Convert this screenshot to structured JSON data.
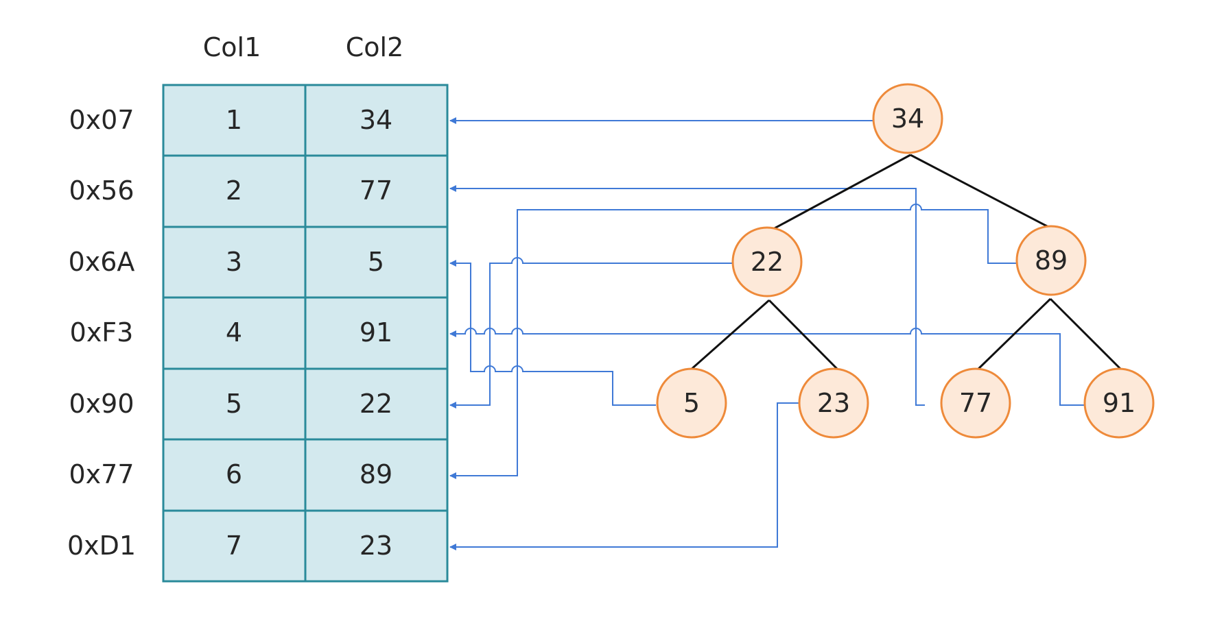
{
  "table": {
    "columns": [
      "Col1",
      "Col2"
    ],
    "rows": [
      {
        "address": "0x07",
        "col1": "1",
        "col2": "34"
      },
      {
        "address": "0x56",
        "col1": "2",
        "col2": "77"
      },
      {
        "address": "0x6A",
        "col1": "3",
        "col2": "5"
      },
      {
        "address": "0xF3",
        "col1": "4",
        "col2": "91"
      },
      {
        "address": "0x90",
        "col1": "5",
        "col2": "22"
      },
      {
        "address": "0x77",
        "col1": "6",
        "col2": "89"
      },
      {
        "address": "0xD1",
        "col1": "7",
        "col2": "23"
      }
    ]
  },
  "tree": {
    "nodes": [
      {
        "id": "n34",
        "label": "34",
        "points_to_row": 0
      },
      {
        "id": "n22",
        "label": "22",
        "points_to_row": 4
      },
      {
        "id": "n89",
        "label": "89",
        "points_to_row": 5
      },
      {
        "id": "n5",
        "label": "5",
        "points_to_row": 2
      },
      {
        "id": "n23",
        "label": "23",
        "points_to_row": 6
      },
      {
        "id": "n77",
        "label": "77",
        "points_to_row": 1
      },
      {
        "id": "n91",
        "label": "91",
        "points_to_row": 3
      }
    ],
    "edges": [
      [
        "n34",
        "n22"
      ],
      [
        "n34",
        "n89"
      ],
      [
        "n22",
        "n5"
      ],
      [
        "n22",
        "n23"
      ],
      [
        "n89",
        "n77"
      ],
      [
        "n89",
        "n91"
      ]
    ]
  },
  "colors": {
    "cell_fill": "#d3e9ee",
    "cell_border": "#2a8a9a",
    "node_fill": "#fde9d9",
    "node_border": "#ee8a3a",
    "pointer_line": "#3f79d6",
    "tree_edge": "#111111"
  }
}
